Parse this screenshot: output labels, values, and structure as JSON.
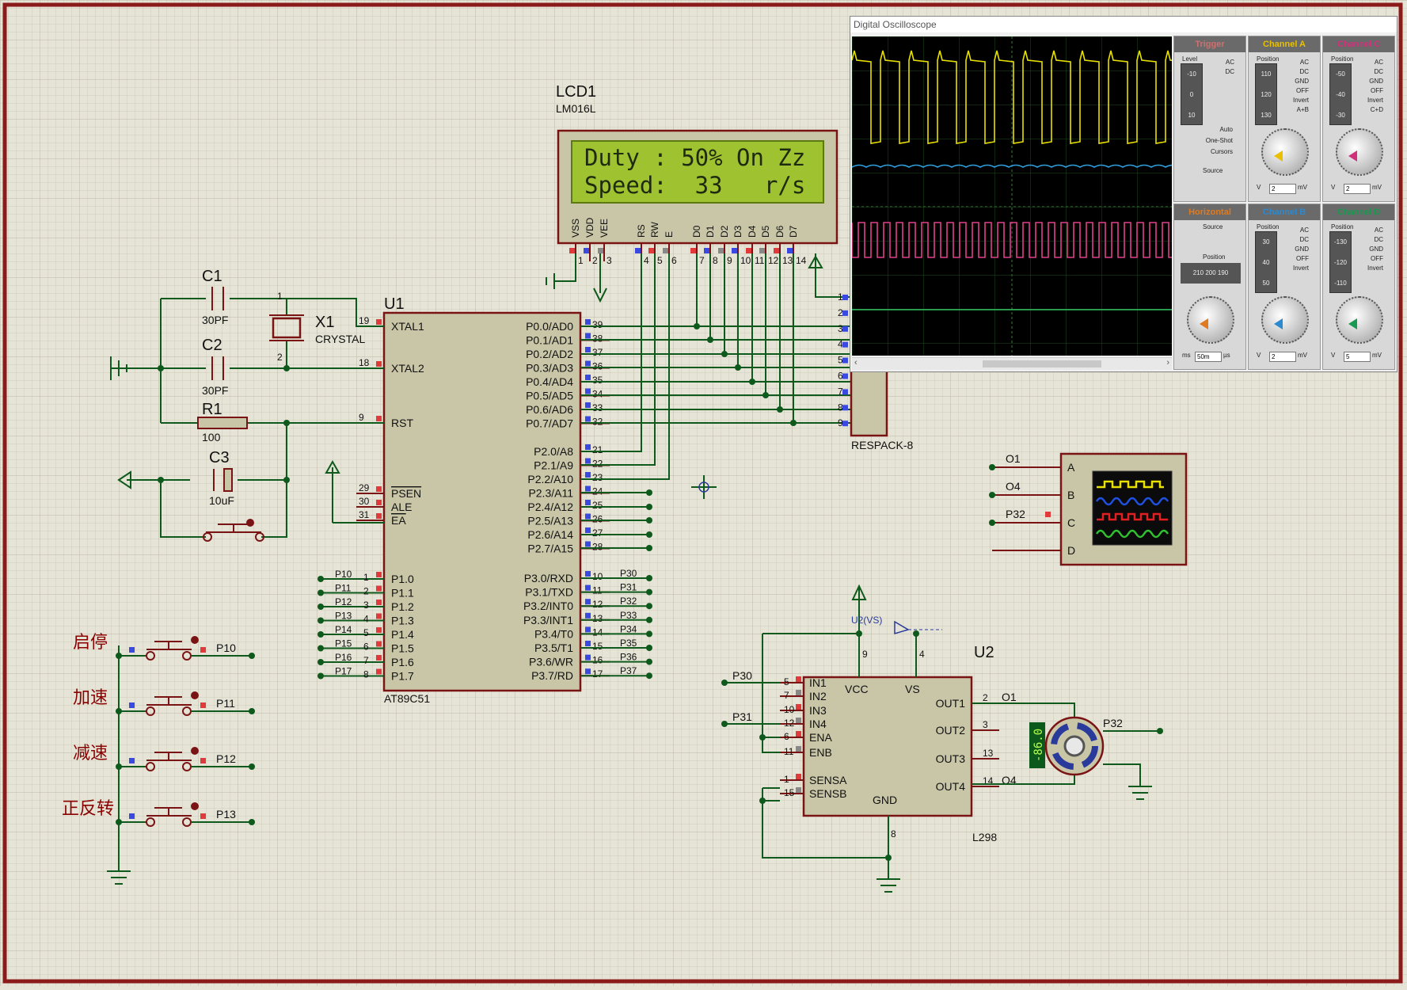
{
  "lcd": {
    "ref": "LCD1",
    "model": "LM016L",
    "line1": "Duty : 50% On Zz",
    "line2": "Speed:  33   r/s",
    "pins": [
      "VSS",
      "VDD",
      "VEE",
      "RS",
      "RW",
      "E",
      "D0",
      "D1",
      "D2",
      "D3",
      "D4",
      "D5",
      "D6",
      "D7"
    ],
    "pin_numbers": [
      "1",
      "2",
      "3",
      "4",
      "5",
      "6",
      "7",
      "8",
      "9",
      "10",
      "11",
      "12",
      "13",
      "14"
    ]
  },
  "mcu": {
    "ref": "U1",
    "model": "AT89C51",
    "left_top": [
      {
        "name": "XTAL1",
        "num": "19"
      },
      {
        "name": "XTAL2",
        "num": "18"
      },
      {
        "name": "RST",
        "num": "9"
      }
    ],
    "left_mid": [
      {
        "name": "PSEN",
        "num": "29"
      },
      {
        "name": "ALE",
        "num": "30"
      },
      {
        "name": "EA",
        "num": "31"
      }
    ],
    "left_p1": [
      {
        "name": "P1.0",
        "num": "1",
        "net": "P10"
      },
      {
        "name": "P1.1",
        "num": "2",
        "net": "P11"
      },
      {
        "name": "P1.2",
        "num": "3",
        "net": "P12"
      },
      {
        "name": "P1.3",
        "num": "4",
        "net": "P13"
      },
      {
        "name": "P1.4",
        "num": "5",
        "net": "P14"
      },
      {
        "name": "P1.5",
        "num": "6",
        "net": "P15"
      },
      {
        "name": "P1.6",
        "num": "7",
        "net": "P16"
      },
      {
        "name": "P1.7",
        "num": "8",
        "net": "P17"
      }
    ],
    "right_p0": [
      {
        "name": "P0.0/AD0",
        "num": "39"
      },
      {
        "name": "P0.1/AD1",
        "num": "38"
      },
      {
        "name": "P0.2/AD2",
        "num": "37"
      },
      {
        "name": "P0.3/AD3",
        "num": "36"
      },
      {
        "name": "P0.4/AD4",
        "num": "35"
      },
      {
        "name": "P0.5/AD5",
        "num": "34"
      },
      {
        "name": "P0.6/AD6",
        "num": "33"
      },
      {
        "name": "P0.7/AD7",
        "num": "32"
      }
    ],
    "right_p2": [
      {
        "name": "P2.0/A8",
        "num": "21"
      },
      {
        "name": "P2.1/A9",
        "num": "22"
      },
      {
        "name": "P2.2/A10",
        "num": "23"
      },
      {
        "name": "P2.3/A11",
        "num": "24"
      },
      {
        "name": "P2.4/A12",
        "num": "25"
      },
      {
        "name": "P2.5/A13",
        "num": "26"
      },
      {
        "name": "P2.6/A14",
        "num": "27"
      },
      {
        "name": "P2.7/A15",
        "num": "28"
      }
    ],
    "right_p3": [
      {
        "name": "P3.0/RXD",
        "num": "10",
        "net": "P30"
      },
      {
        "name": "P3.1/TXD",
        "num": "11",
        "net": "P31"
      },
      {
        "name": "P3.2/INT0",
        "num": "12",
        "net": "P32"
      },
      {
        "name": "P3.3/INT1",
        "num": "13",
        "net": "P33"
      },
      {
        "name": "P3.4/T0",
        "num": "14",
        "net": "P34"
      },
      {
        "name": "P3.5/T1",
        "num": "15",
        "net": "P35"
      },
      {
        "name": "P3.6/WR",
        "num": "16",
        "net": "P36"
      },
      {
        "name": "P3.7/RD",
        "num": "17",
        "net": "P37"
      }
    ]
  },
  "parts": {
    "c1": {
      "ref": "C1",
      "value": "30PF"
    },
    "c2": {
      "ref": "C2",
      "value": "30PF"
    },
    "x1": {
      "ref": "X1",
      "value": "CRYSTAL"
    },
    "r1": {
      "ref": "R1",
      "value": "100"
    },
    "c3": {
      "ref": "C3",
      "value": "10uF"
    },
    "respack": {
      "ref": "RESPACK-8",
      "pins": [
        "1",
        "2",
        "3",
        "4",
        "5",
        "6",
        "7",
        "8",
        "9"
      ]
    }
  },
  "buttons": [
    {
      "label": "启停",
      "net": "P10"
    },
    {
      "label": "加速",
      "net": "P11"
    },
    {
      "label": "减速",
      "net": "P12"
    },
    {
      "label": "正反转",
      "net": "P13"
    }
  ],
  "scope_probe": {
    "channels": [
      "A",
      "B",
      "C",
      "D"
    ],
    "nets": [
      "O1",
      "O4",
      "P32",
      ""
    ]
  },
  "driver": {
    "ref": "U2",
    "model": "L298",
    "left_pins": [
      {
        "name": "IN1",
        "num": "5",
        "net": "P30"
      },
      {
        "name": "IN2",
        "num": "7",
        "net": ""
      },
      {
        "name": "IN3",
        "num": "10",
        "net": ""
      },
      {
        "name": "IN4",
        "num": "12",
        "net": "P31"
      },
      {
        "name": "ENA",
        "num": "6",
        "net": ""
      },
      {
        "name": "ENB",
        "num": "11",
        "net": ""
      },
      {
        "name": "SENSA",
        "num": "1",
        "net": ""
      },
      {
        "name": "SENSB",
        "num": "15",
        "net": ""
      }
    ],
    "top_pins": [
      {
        "name": "VCC",
        "num": "9"
      },
      {
        "name": "VS",
        "num": "4"
      }
    ],
    "bottom_pin": {
      "name": "GND",
      "num": "8"
    },
    "right_pins": [
      {
        "name": "OUT1",
        "num": "2",
        "net": "O1"
      },
      {
        "name": "OUT2",
        "num": "3",
        "net": ""
      },
      {
        "name": "OUT3",
        "num": "13",
        "net": ""
      },
      {
        "name": "OUT4",
        "num": "14",
        "net": "O4"
      }
    ],
    "vs_label": "U2(VS)"
  },
  "motor": {
    "reading": "-86.0",
    "net": "P32"
  },
  "oscilloscope": {
    "title": "Digital Oscilloscope",
    "panels": [
      {
        "title": "Trigger",
        "color": "#d07070"
      },
      {
        "title": "Channel A",
        "color": "#e8c000"
      },
      {
        "title": "Channel C",
        "color": "#d0307a"
      },
      {
        "title": "Horizontal",
        "color": "#e07a20"
      },
      {
        "title": "Channel B",
        "color": "#2c8ad0"
      },
      {
        "title": "Channel D",
        "color": "#1a9a50"
      }
    ],
    "labels": {
      "level": "Level",
      "position": "Position",
      "ac": "AC",
      "dc": "DC",
      "gnd": "GND",
      "off": "OFF",
      "invert": "Invert",
      "auto": "Auto",
      "one_shot": "One-Shot",
      "cursors": "Cursors",
      "source": "Source",
      "apb": "A+B",
      "cpd": "C+D"
    },
    "trigger_scale": [
      "-10",
      "0",
      "10"
    ],
    "cha_scale": [
      "110",
      "120",
      "130"
    ],
    "chc_scale": [
      "-50",
      "-40",
      "-30"
    ],
    "chb_scale": [
      "30",
      "40",
      "50"
    ],
    "chd_scale": [
      "-130",
      "-120",
      "-110"
    ],
    "horiz_pos": [
      "210",
      "200",
      "190"
    ],
    "dial_values": {
      "cha": "2",
      "chc": "2",
      "horiz": "50m",
      "chb": "2",
      "chd": "5"
    },
    "dial_units": {
      "cha": "mV",
      "chc": "mV",
      "horiz": "µs",
      "chb": "mV",
      "chd": "mV"
    },
    "dial_left_units": {
      "cha": "V",
      "chc": "V",
      "horiz": "ms",
      "chb": "V",
      "chd": "V"
    }
  },
  "colors": {
    "grid_bg": "#e6e4d6",
    "wire": "#0e5a1c",
    "part": "#7a1414",
    "lcd_bg": "#9fc330",
    "scope_a": "#e8e000",
    "scope_b": "#30a0e0",
    "scope_c": "#e0408a",
    "scope_d": "#30c060"
  }
}
